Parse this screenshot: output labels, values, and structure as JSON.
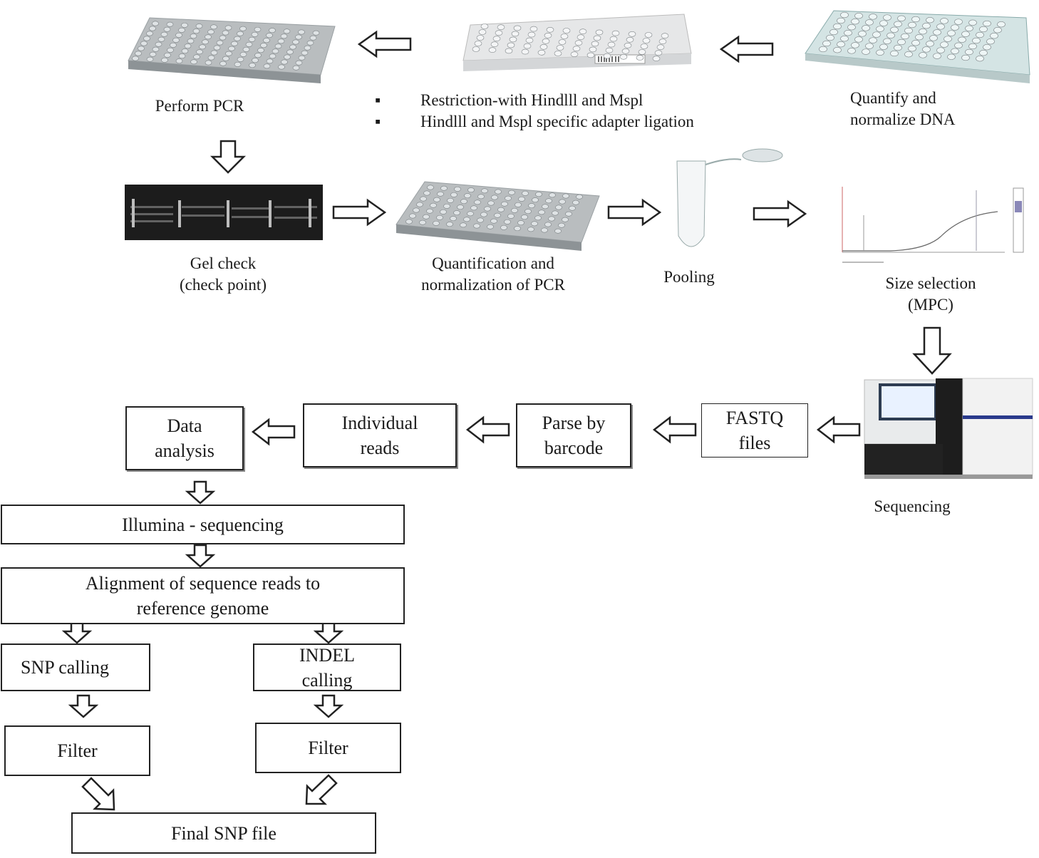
{
  "top_row": {
    "perform_pcr": "Perform PCR",
    "restriction_bullets": [
      "Restriction-with Hindlll and Mspl",
      "Hindlll and Mspl specific adapter ligation"
    ],
    "quantify": [
      "Quantify and",
      "normalize DNA"
    ]
  },
  "middle_row": {
    "gel_check": [
      "Gel check",
      "(check point)"
    ],
    "quantification_pcr": [
      "Quantification and",
      "normalization of PCR"
    ],
    "pooling": "Pooling",
    "size_selection": [
      "Size selection",
      "(MPC)"
    ]
  },
  "sequencing_label": "Sequencing",
  "process_boxes": {
    "fastq": [
      "FASTQ",
      "files"
    ],
    "parse": [
      "Parse by",
      "barcode"
    ],
    "individual": [
      "Individual",
      "reads"
    ],
    "data_analysis": [
      "Data",
      "analysis"
    ]
  },
  "pipeline": {
    "illumina": "Illumina - sequencing",
    "alignment": [
      "Alignment of sequence reads to",
      "reference genome"
    ],
    "snp_calling": "SNP calling",
    "indel_calling": [
      "INDEL",
      "calling"
    ],
    "filter_left": "Filter",
    "filter_right": "Filter",
    "final": "Final SNP file"
  }
}
